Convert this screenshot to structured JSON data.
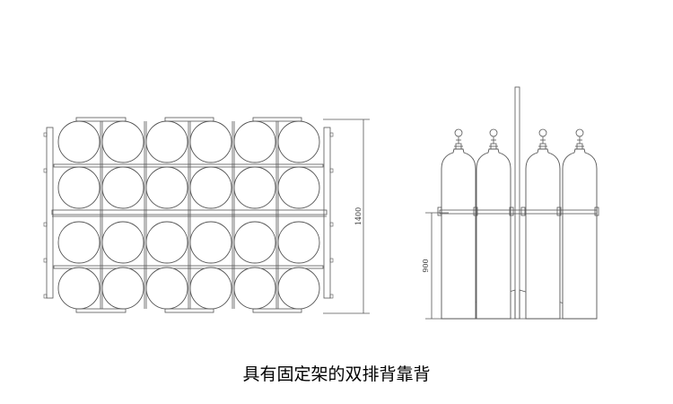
{
  "caption": "具有固定架的双排背靠背",
  "plan_view": {
    "rows": 4,
    "cols": 6,
    "dimension_label": "1400"
  },
  "side_view": {
    "cylinders": 4,
    "dimension_label": "900"
  },
  "colors": {
    "line": "#555555",
    "frame": "#888888"
  }
}
